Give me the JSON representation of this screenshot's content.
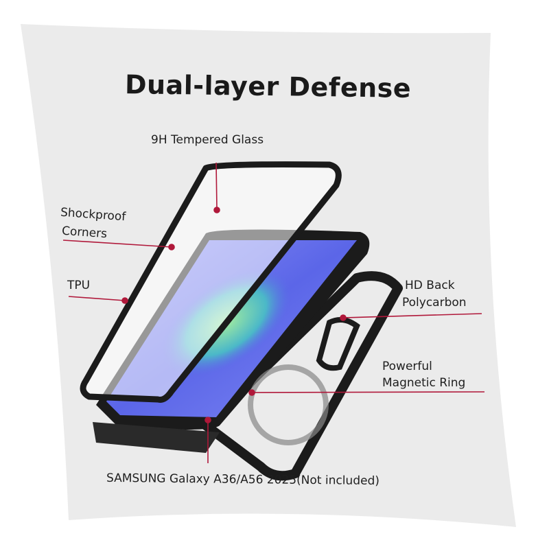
{
  "title": "Dual-layer Defense",
  "labels": {
    "glass": "9H Tempered Glass",
    "corners_1": "Shockproof",
    "corners_2": "Corners",
    "tpu": "TPU",
    "back_1": "HD Back",
    "back_2": "Polycarbon",
    "ring_1": "Powerful",
    "ring_2": "Magnetic Ring",
    "phone": "SAMSUNG Galaxy A36/A56 2025(Not included)"
  },
  "colors": {
    "sheet": "#ebebeb",
    "callout": "#b0183a",
    "screen": "#6f78f0",
    "frame": "#1b1b1b"
  }
}
